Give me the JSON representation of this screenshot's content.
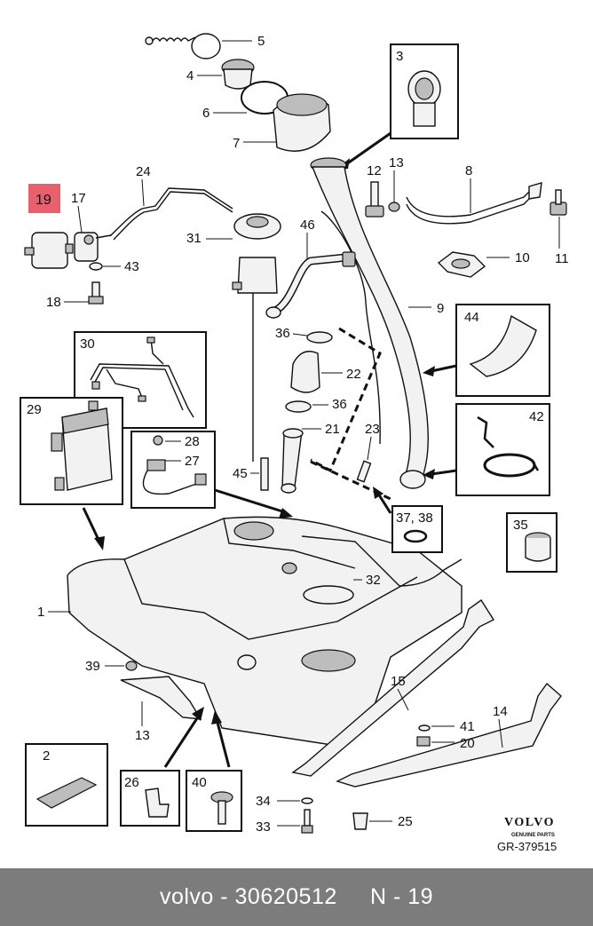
{
  "callouts": {
    "c1": "1",
    "c2": "2",
    "c3": "3",
    "c4": "4",
    "c5": "5",
    "c6": "6",
    "c7": "7",
    "c8": "8",
    "c9": "9",
    "c10": "10",
    "c11": "11",
    "c12": "12",
    "c13a": "13",
    "c13b": "13",
    "c14": "14",
    "c15": "15",
    "c17": "17",
    "c18": "18",
    "c19": "19",
    "c20": "20",
    "c21": "21",
    "c22": "22",
    "c23": "23",
    "c24": "24",
    "c25": "25",
    "c26": "26",
    "c27": "27",
    "c28": "28",
    "c29": "29",
    "c30": "30",
    "c31": "31",
    "c32": "32",
    "c33": "33",
    "c34": "34",
    "c35": "35",
    "c36a": "36",
    "c36b": "36",
    "c3738": "37, 38",
    "c39": "39",
    "c40": "40",
    "c41": "41",
    "c42": "42",
    "c43": "43",
    "c44": "44",
    "c45": "45",
    "c46": "46"
  },
  "brand": {
    "name": "VOLVO",
    "tagline": "GENUINE PARTS",
    "ref": "GR-379515"
  },
  "footer": {
    "text": "volvo - 30620512     N - 19"
  },
  "colors": {
    "highlight": "#e8606e",
    "footer_bg": "#7c7c7c"
  }
}
